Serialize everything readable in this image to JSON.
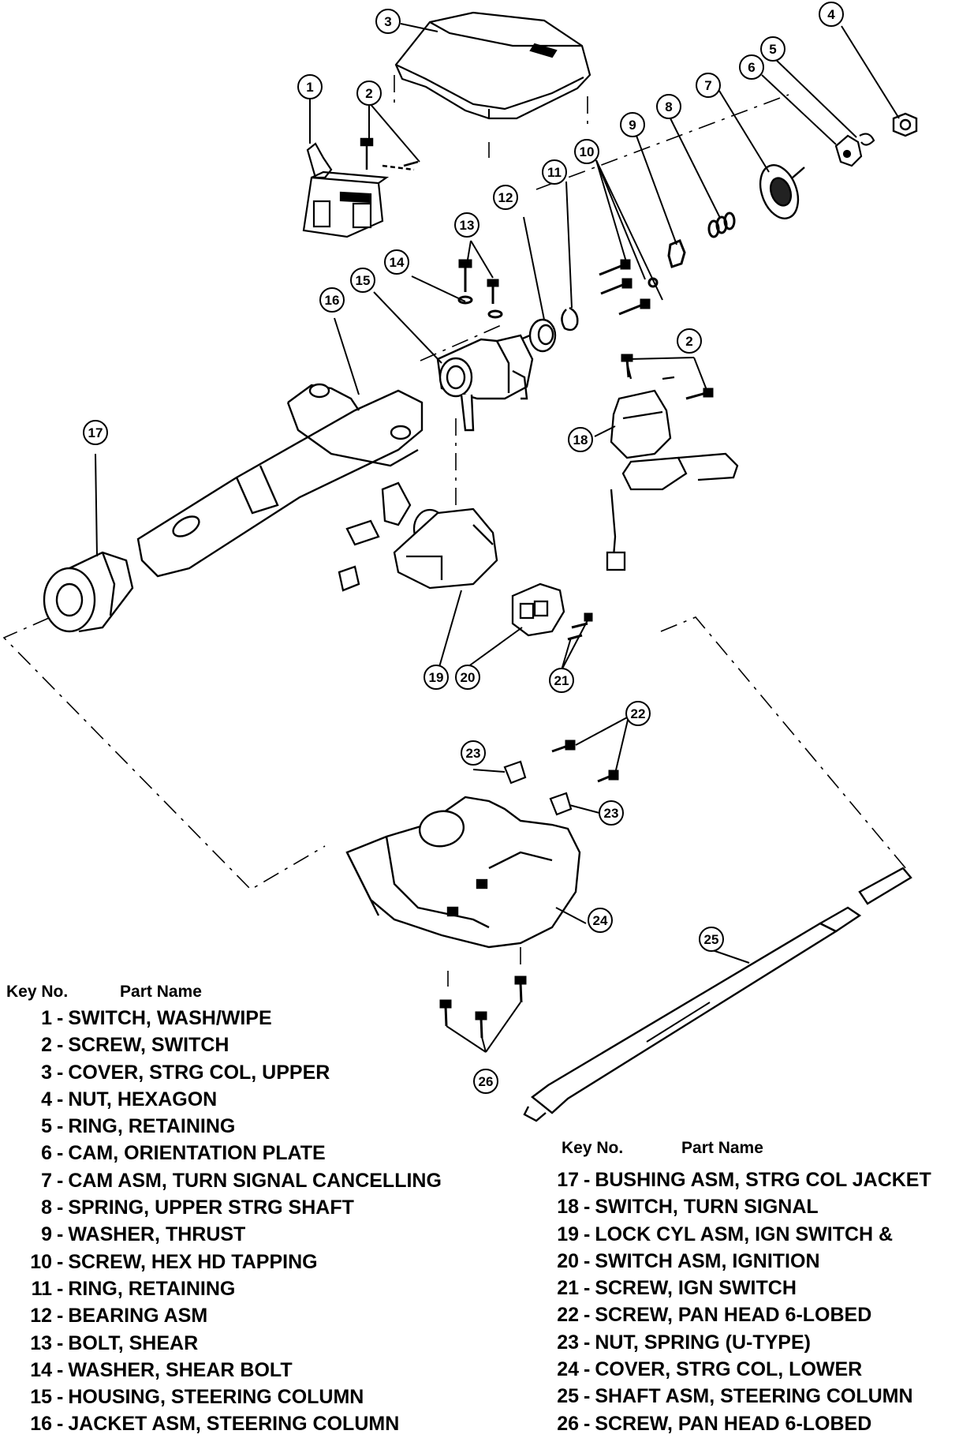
{
  "legend": {
    "key_header": "Key No.",
    "name_header": "Part Name",
    "items": [
      {
        "no": "1",
        "name": "SWITCH, WASH/WIPE"
      },
      {
        "no": "2",
        "name": "SCREW, SWITCH"
      },
      {
        "no": "3",
        "name": "COVER, STRG COL, UPPER"
      },
      {
        "no": "4",
        "name": "NUT, HEXAGON"
      },
      {
        "no": "5",
        "name": "RING, RETAINING"
      },
      {
        "no": "6",
        "name": "CAM, ORIENTATION PLATE"
      },
      {
        "no": "7",
        "name": "CAM ASM, TURN SIGNAL CANCELLING"
      },
      {
        "no": "8",
        "name": "SPRING, UPPER STRG SHAFT"
      },
      {
        "no": "9",
        "name": "WASHER, THRUST"
      },
      {
        "no": "10",
        "name": "SCREW, HEX HD TAPPING"
      },
      {
        "no": "11",
        "name": "RING, RETAINING"
      },
      {
        "no": "12",
        "name": "BEARING ASM"
      },
      {
        "no": "13",
        "name": "BOLT, SHEAR"
      },
      {
        "no": "14",
        "name": "WASHER, SHEAR BOLT"
      },
      {
        "no": "15",
        "name": "HOUSING, STEERING COLUMN"
      },
      {
        "no": "16",
        "name": "JACKET ASM, STEERING COLUMN"
      },
      {
        "no": "17",
        "name": "BUSHING ASM, STRG COL JACKET"
      },
      {
        "no": "18",
        "name": "SWITCH, TURN SIGNAL"
      },
      {
        "no": "19",
        "name": "LOCK CYL ASM, IGN SWITCH &"
      },
      {
        "no": "20",
        "name": "SWITCH ASM, IGNITION"
      },
      {
        "no": "21",
        "name": "SCREW, IGN SWITCH"
      },
      {
        "no": "22",
        "name": "SCREW, PAN HEAD 6-LOBED"
      },
      {
        "no": "23",
        "name": "NUT, SPRING (U-TYPE)"
      },
      {
        "no": "24",
        "name": "COVER, STRG COL, LOWER"
      },
      {
        "no": "25",
        "name": "SHAFT ASM, STEERING COLUMN"
      },
      {
        "no": "26",
        "name": "SCREW, PAN HEAD 6-LOBED"
      }
    ]
  },
  "callouts": [
    {
      "label": "1"
    },
    {
      "label": "2"
    },
    {
      "label": "3"
    },
    {
      "label": "4"
    },
    {
      "label": "5"
    },
    {
      "label": "6"
    },
    {
      "label": "7"
    },
    {
      "label": "8"
    },
    {
      "label": "9"
    },
    {
      "label": "10"
    },
    {
      "label": "11"
    },
    {
      "label": "12"
    },
    {
      "label": "13"
    },
    {
      "label": "14"
    },
    {
      "label": "15"
    },
    {
      "label": "16"
    },
    {
      "label": "17"
    },
    {
      "label": "2"
    },
    {
      "label": "18"
    },
    {
      "label": "19"
    },
    {
      "label": "20"
    },
    {
      "label": "21"
    },
    {
      "label": "22"
    },
    {
      "label": "23"
    },
    {
      "label": "23"
    },
    {
      "label": "24"
    },
    {
      "label": "25"
    },
    {
      "label": "26"
    }
  ]
}
